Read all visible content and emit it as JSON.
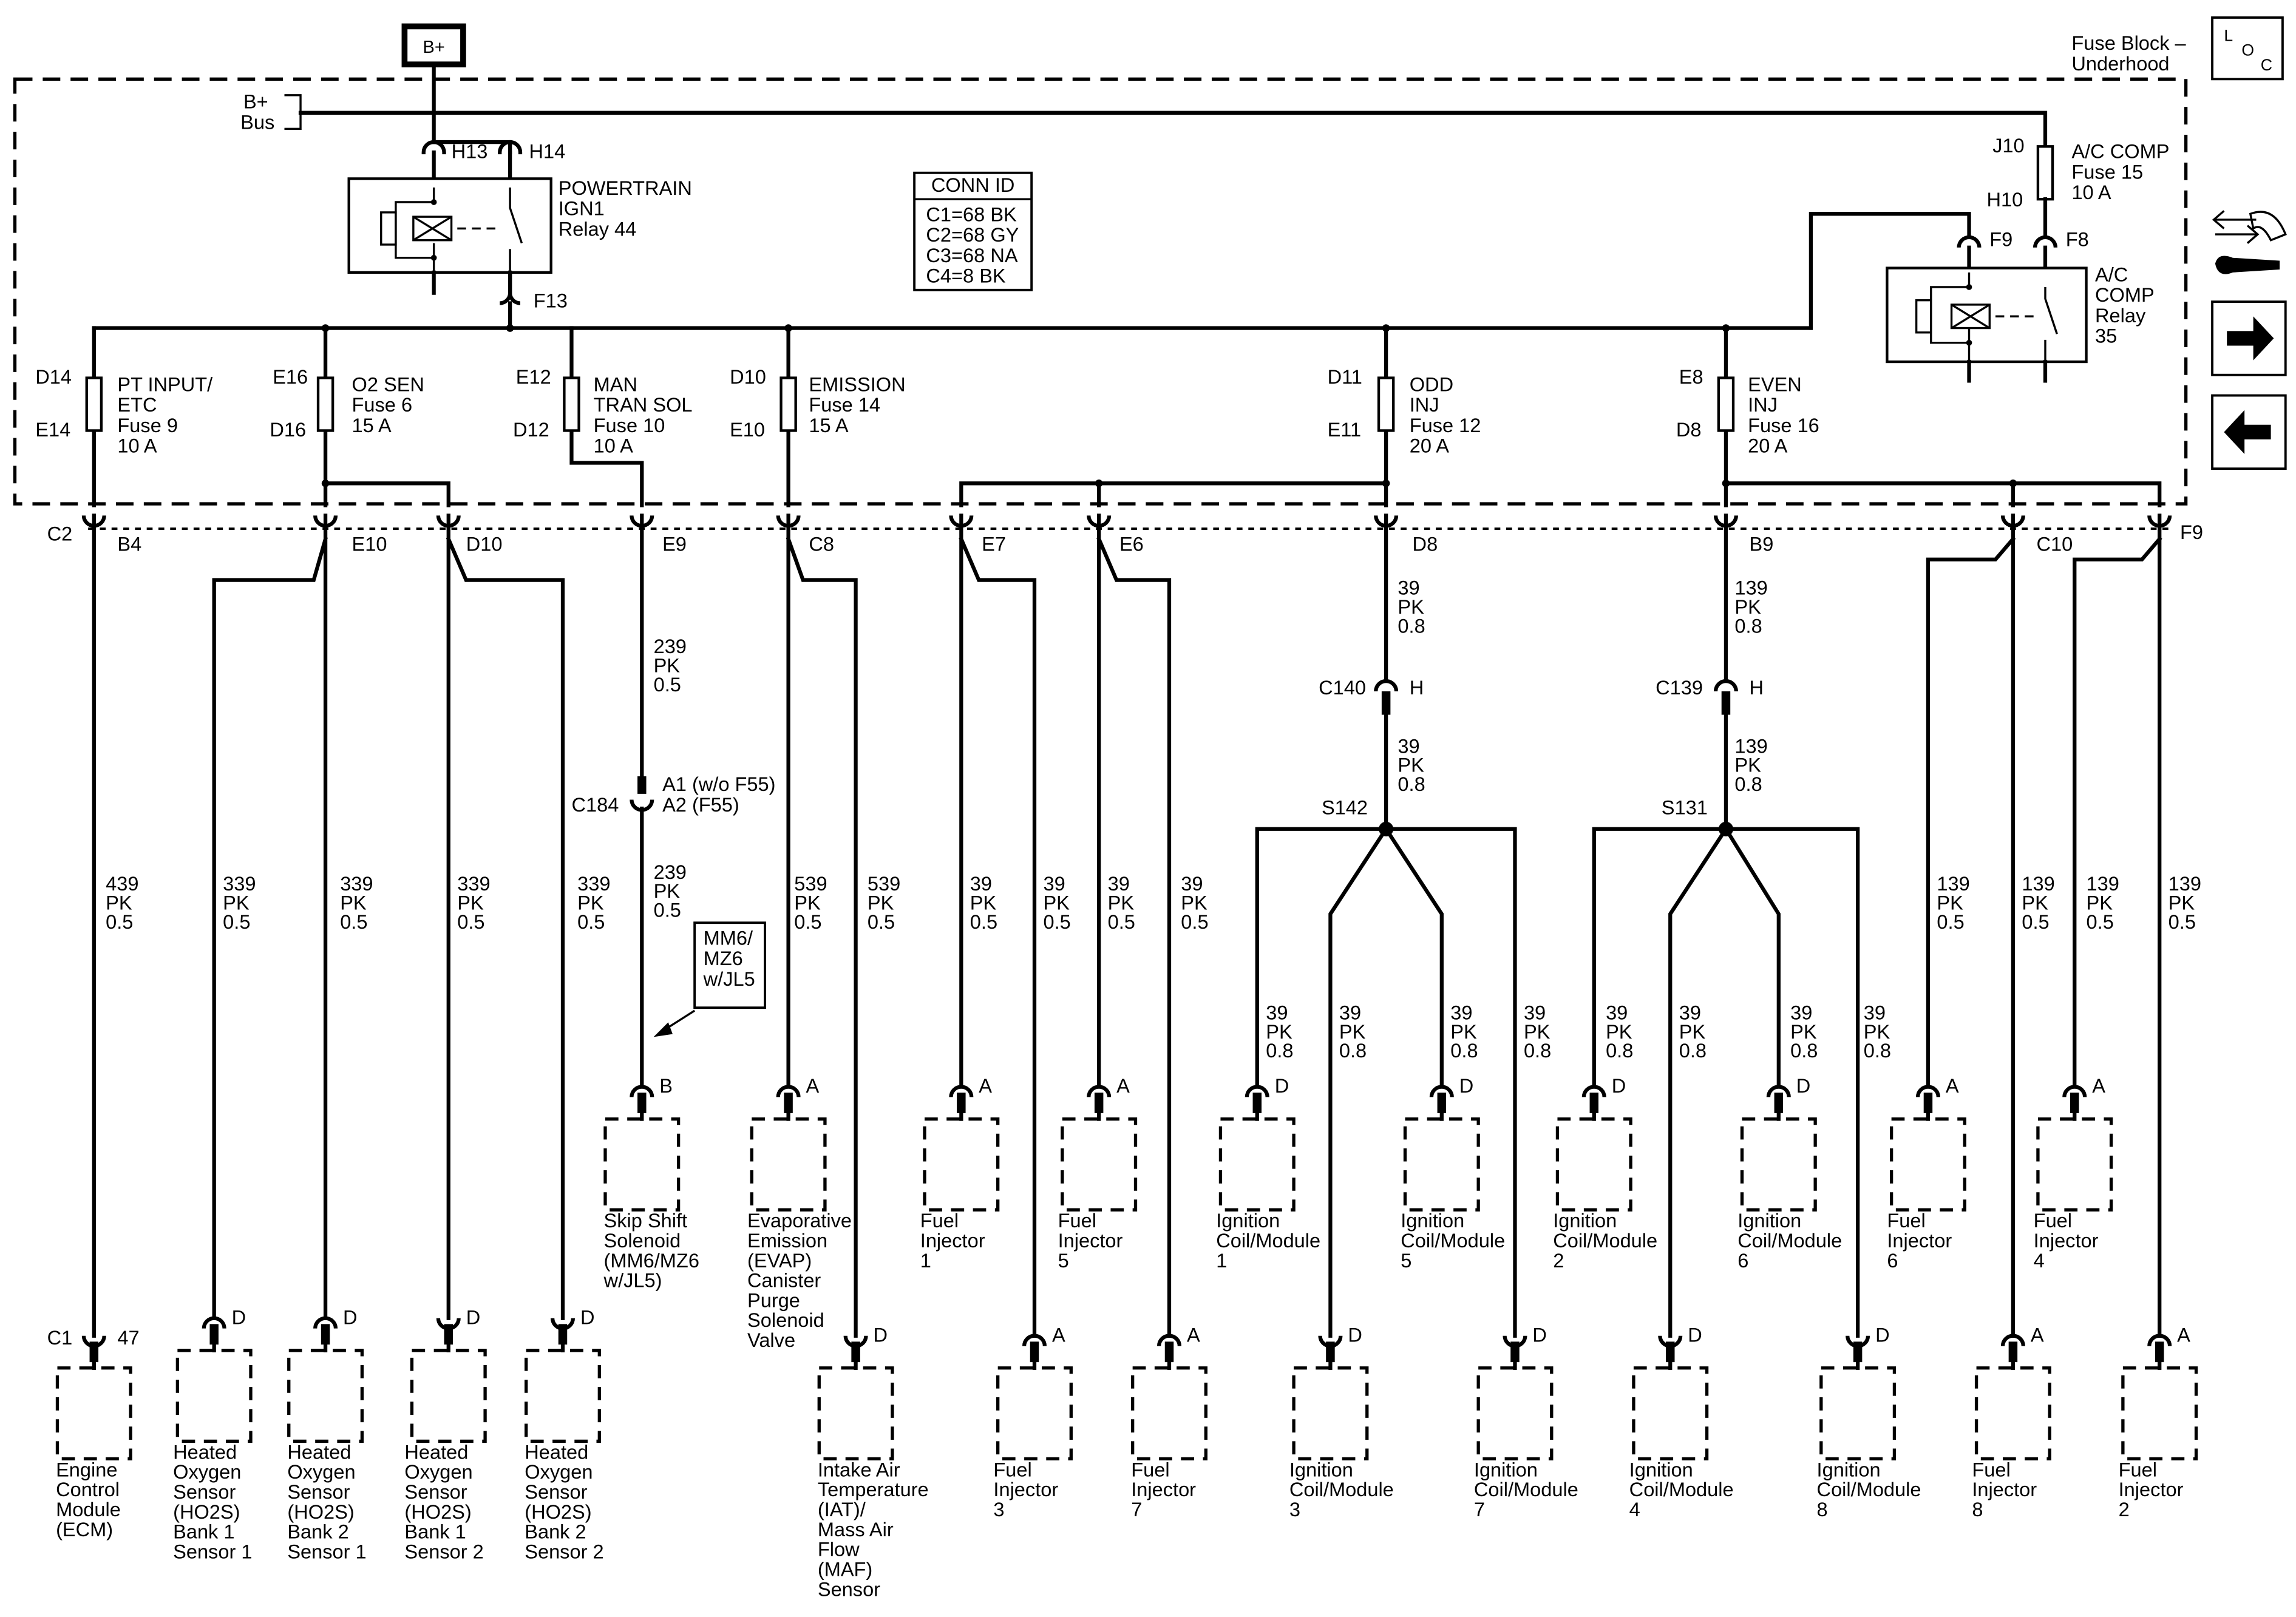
{
  "header": {
    "power_label": "B+",
    "fuse_block_line1": "Fuse Block –",
    "fuse_block_line2": "Underhood",
    "loc_l": "L",
    "loc_o": "O",
    "loc_c": "C",
    "bus_line1": "B+",
    "bus_line2": "Bus"
  },
  "relays": {
    "powertrain": {
      "line1": "POWERTRAIN",
      "line2": "IGN1",
      "line3": "Relay 44",
      "pin_left": "H13",
      "pin_right": "H14",
      "pin_out": "F13"
    },
    "ac_comp": {
      "line1": "A/C",
      "line2": "COMP",
      "line3": "Relay",
      "line4": "35",
      "pin_left": "F9",
      "pin_right": "F8"
    }
  },
  "conn_id": {
    "title": "CONN ID",
    "rows": [
      "C1=68 BK",
      "C2=68 GY",
      "C3=68 NA",
      "C4=8 BK"
    ]
  },
  "fuses": {
    "ac_comp": {
      "top": "J10",
      "bottom": "H10",
      "line1": "A/C COMP",
      "line2": "Fuse 15",
      "line3": "10 A"
    },
    "pt_input": {
      "top": "D14",
      "bottom": "E14",
      "line1": "PT INPUT/",
      "line2": "ETC",
      "line3": "Fuse 9",
      "line4": "10 A"
    },
    "o2_sen": {
      "top": "E16",
      "bottom": "D16",
      "line1": "O2 SEN",
      "line2": "Fuse 6",
      "line3": "15 A"
    },
    "man_tran": {
      "top": "E12",
      "bottom": "D12",
      "line1": "MAN",
      "line2": "TRAN SOL",
      "line3": "Fuse 10",
      "line4": "10 A"
    },
    "emission": {
      "top": "D10",
      "bottom": "E10",
      "line1": "EMISSION",
      "line2": "Fuse 14",
      "line3": "15 A"
    },
    "odd_inj": {
      "top": "D11",
      "bottom": "E11",
      "line1": "ODD",
      "line2": "INJ",
      "line3": "Fuse 12",
      "line4": "20 A"
    },
    "even_inj": {
      "top": "E8",
      "bottom": "D8",
      "line1": "EVEN",
      "line2": "INJ",
      "line3": "Fuse 16",
      "line4": "20 A"
    }
  },
  "connectors": {
    "c2": "C2",
    "b4": "B4",
    "e10": "E10",
    "d10": "D10",
    "e9": "E9",
    "c8": "C8",
    "e7": "E7",
    "e6": "E6",
    "d8": "D8",
    "b9": "B9",
    "c10": "C10",
    "f9": "F9",
    "c140": "C140",
    "c140_pin": "H",
    "c139": "C139",
    "c139_pin": "H",
    "c184": "C184",
    "c184_a1": "A1 (w/o F55)",
    "c184_a2": "A2 (F55)",
    "s142": "S142",
    "s131": "S131",
    "c1": "C1",
    "c1_pin": "47"
  },
  "wires": {
    "w439": {
      "circuit": "439",
      "color": "PK",
      "size": "0.5"
    },
    "w339": {
      "circuit": "339",
      "color": "PK",
      "size": "0.5"
    },
    "w239": {
      "circuit": "239",
      "color": "PK",
      "size": "0.5"
    },
    "w539": {
      "circuit": "539",
      "color": "PK",
      "size": "0.5"
    },
    "w39_05": {
      "circuit": "39",
      "color": "PK",
      "size": "0.5"
    },
    "w39_08": {
      "circuit": "39",
      "color": "PK",
      "size": "0.8"
    },
    "w139_08": {
      "circuit": "139",
      "color": "PK",
      "size": "0.8"
    },
    "w139_05": {
      "circuit": "139",
      "color": "PK",
      "size": "0.5"
    }
  },
  "option_note": {
    "line1": "MM6/",
    "line2": "MZ6",
    "line3": "w/JL5"
  },
  "pins": {
    "a": "A",
    "b": "B",
    "d": "D"
  },
  "components": {
    "skip_shift": [
      "Skip Shift",
      "Solenoid",
      "(MM6/MZ6",
      "w/JL5)"
    ],
    "evap": [
      "Evaporative",
      "Emission",
      "(EVAP)",
      "Canister",
      "Purge",
      "Solenoid",
      "Valve"
    ],
    "fi1": [
      "Fuel",
      "Injector",
      "1"
    ],
    "fi5": [
      "Fuel",
      "Injector",
      "5"
    ],
    "ic1": [
      "Ignition",
      "Coil/Module",
      "1"
    ],
    "ic5": [
      "Ignition",
      "Coil/Module",
      "5"
    ],
    "ic2": [
      "Ignition",
      "Coil/Module",
      "2"
    ],
    "ic6": [
      "Ignition",
      "Coil/Module",
      "6"
    ],
    "fi6": [
      "Fuel",
      "Injector",
      "6"
    ],
    "fi4": [
      "Fuel",
      "Injector",
      "4"
    ],
    "ecm": [
      "Engine",
      "Control",
      "Module",
      "(ECM)"
    ],
    "ho2s_b1s1": [
      "Heated",
      "Oxygen",
      "Sensor",
      "(HO2S)",
      "Bank 1",
      "Sensor 1"
    ],
    "ho2s_b2s1": [
      "Heated",
      "Oxygen",
      "Sensor",
      "(HO2S)",
      "Bank 2",
      "Sensor 1"
    ],
    "ho2s_b1s2": [
      "Heated",
      "Oxygen",
      "Sensor",
      "(HO2S)",
      "Bank 1",
      "Sensor 2"
    ],
    "ho2s_b2s2": [
      "Heated",
      "Oxygen",
      "Sensor",
      "(HO2S)",
      "Bank 2",
      "Sensor 2"
    ],
    "iat_maf": [
      "Intake Air",
      "Temperature",
      "(IAT)/",
      "Mass Air",
      "Flow",
      "(MAF)",
      "Sensor"
    ],
    "fi3": [
      "Fuel",
      "Injector",
      "3"
    ],
    "fi7": [
      "Fuel",
      "Injector",
      "7"
    ],
    "ic3": [
      "Ignition",
      "Coil/Module",
      "3"
    ],
    "ic7": [
      "Ignition",
      "Coil/Module",
      "7"
    ],
    "ic4": [
      "Ignition",
      "Coil/Module",
      "4"
    ],
    "ic8": [
      "Ignition",
      "Coil/Module",
      "8"
    ],
    "fi8": [
      "Fuel",
      "Injector",
      "8"
    ],
    "fi2": [
      "Fuel",
      "Injector",
      "2"
    ]
  },
  "nav_icons": [
    "connector-views-icon",
    "next-page-icon",
    "previous-page-icon"
  ]
}
